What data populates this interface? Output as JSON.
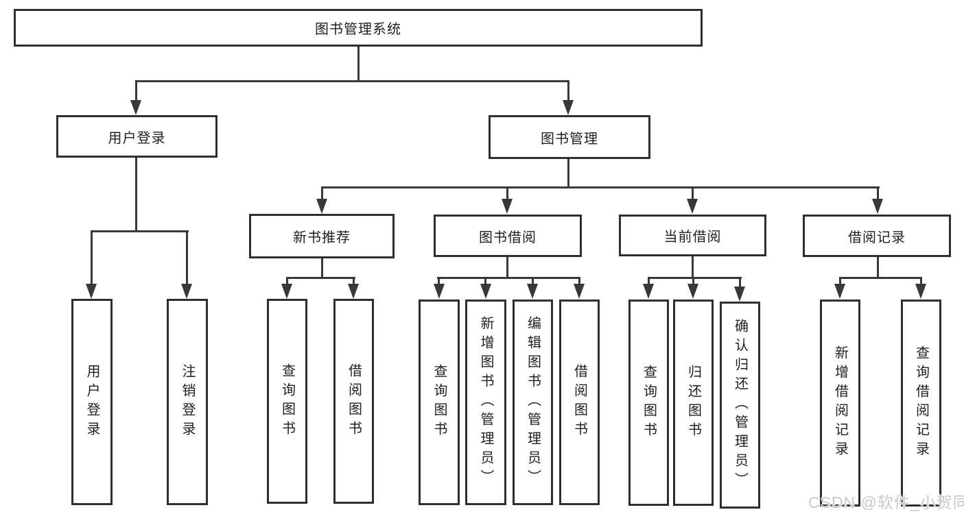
{
  "tree": {
    "root": {
      "label": "图书管理系统"
    },
    "branches": [
      {
        "label": "用户登录",
        "children": [
          {
            "label": "用户登录"
          },
          {
            "label": "注销登录"
          }
        ]
      },
      {
        "label": "图书管理",
        "groups": [
          {
            "label": "新书推荐",
            "children": [
              {
                "label": "查询图书"
              },
              {
                "label": "借阅图书"
              }
            ]
          },
          {
            "label": "图书借阅",
            "children": [
              {
                "label": "查询图书"
              },
              {
                "label": "新增图书（管理员）"
              },
              {
                "label": "编辑图书（管理员）"
              },
              {
                "label": "借阅图书"
              }
            ]
          },
          {
            "label": "当前借阅",
            "children": [
              {
                "label": "查询图书"
              },
              {
                "label": "归还图书"
              },
              {
                "label": "确认归还（管理员）"
              }
            ]
          },
          {
            "label": "借阅记录",
            "children": [
              {
                "label": "新增借阅记录"
              },
              {
                "label": "查询借阅记录"
              }
            ]
          }
        ]
      }
    ]
  },
  "watermark": {
    "text": "CSDN @软件_小贺同学"
  },
  "colors": {
    "line": "#383838",
    "box_border": "#2e2e2e",
    "text": "#1f1f1f",
    "watermark": "#c9c9c9",
    "background": "#ffffff"
  }
}
